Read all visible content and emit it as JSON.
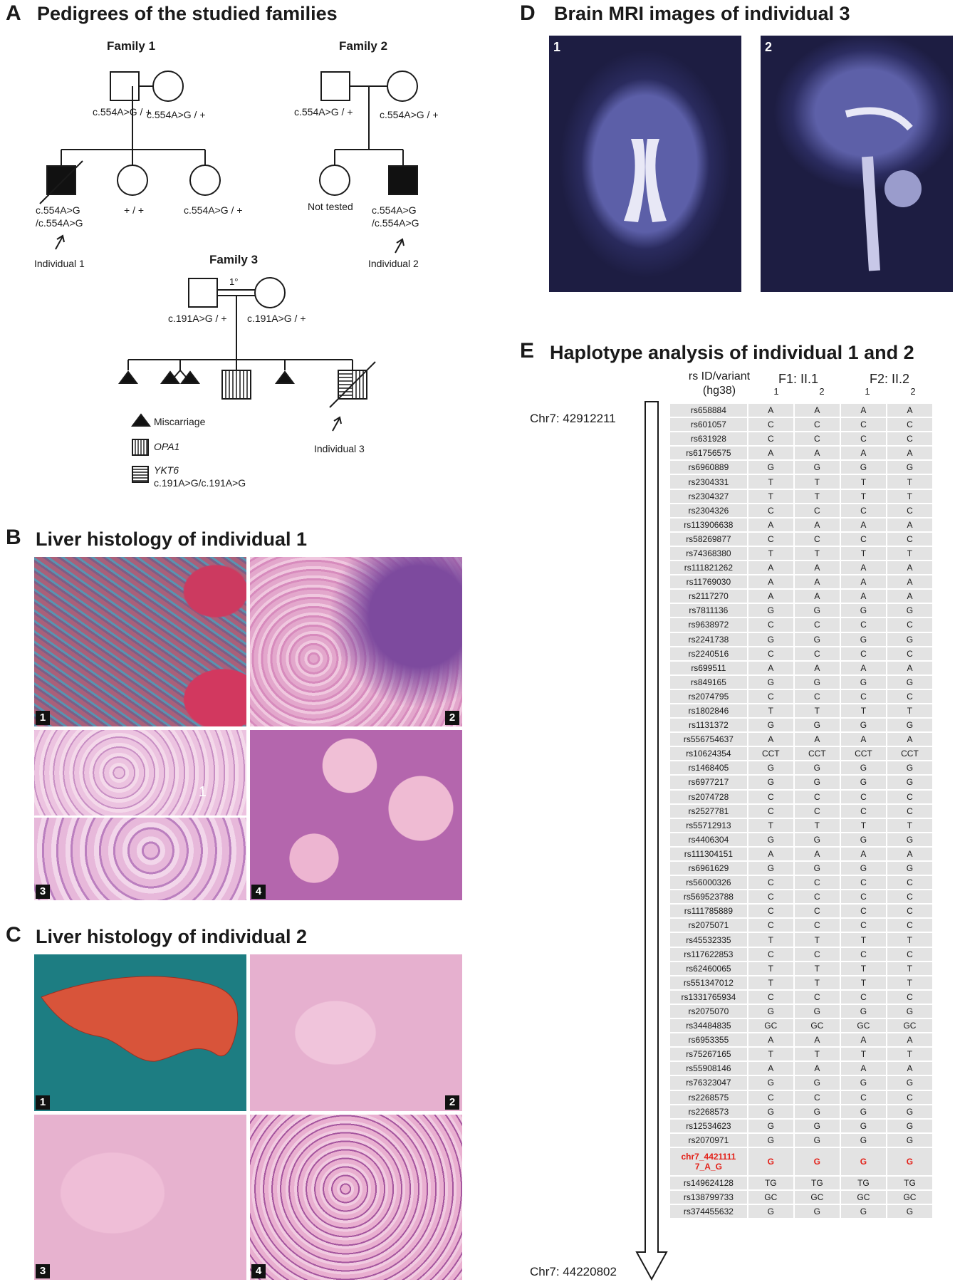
{
  "panels": {
    "A": {
      "letter": "A",
      "title": "Pedigrees of the studied families"
    },
    "B": {
      "letter": "B",
      "title": "Liver histology of individual 1"
    },
    "C": {
      "letter": "C",
      "title": "Liver histology of individual 2"
    },
    "D": {
      "letter": "D",
      "title": "Brain MRI images of individual 3"
    },
    "E": {
      "letter": "E",
      "title": "Haplotype analysis of individual 1 and 2"
    }
  },
  "pedigree": {
    "family1": {
      "name": "Family 1",
      "father_genotype": "c.554A>G / +",
      "mother_genotype": "c.554A>G / +",
      "child1_genotype_l1": "c.554A>G",
      "child1_genotype_l2": "/c.554A>G",
      "child2_genotype": "+ / +",
      "child3_genotype": "c.554A>G / +",
      "proband": "Individual 1"
    },
    "family2": {
      "name": "Family 2",
      "father_genotype": "c.554A>G / +",
      "mother_genotype": "c.554A>G / +",
      "child1_label": "Not tested",
      "child2_genotype_l1": "c.554A>G",
      "child2_genotype_l2": "/c.554A>G",
      "proband": "Individual 2"
    },
    "family3": {
      "name": "Family 3",
      "consanguinity": "1°",
      "father_genotype": "c.191A>G / +",
      "mother_genotype": "c.191A>G / +",
      "proband": "Individual 3"
    },
    "legend": {
      "miscarriage": "Miscarriage",
      "opa1": "OPA1",
      "ykt6": "YKT6",
      "ykt6_genotype": "c.191A>G/c.191A>G"
    }
  },
  "image_numbers": {
    "b1": "1",
    "b2": "2",
    "b3": "3",
    "b4": "4",
    "c1": "1",
    "c2": "2",
    "c3": "3",
    "c4": "4",
    "d1": "1",
    "d2": "2",
    "b3_inset": "1"
  },
  "haplotype": {
    "header": {
      "rs_line1": "rs ID/variant",
      "rs_line2": "(hg38)",
      "group1": "F1: II.1",
      "group2": "F2: II.2",
      "allele_labels": [
        "1",
        "2",
        "1",
        "2"
      ]
    },
    "chr_start": "Chr7: 42912211",
    "chr_end": "Chr7: 44220802",
    "rows": [
      {
        "id": "rs658884",
        "a": [
          "A",
          "A",
          "A",
          "A"
        ]
      },
      {
        "id": "rs601057",
        "a": [
          "C",
          "C",
          "C",
          "C"
        ]
      },
      {
        "id": "rs631928",
        "a": [
          "C",
          "C",
          "C",
          "C"
        ]
      },
      {
        "id": "rs61756575",
        "a": [
          "A",
          "A",
          "A",
          "A"
        ]
      },
      {
        "id": "rs6960889",
        "a": [
          "G",
          "G",
          "G",
          "G"
        ]
      },
      {
        "id": "rs2304331",
        "a": [
          "T",
          "T",
          "T",
          "T"
        ]
      },
      {
        "id": "rs2304327",
        "a": [
          "T",
          "T",
          "T",
          "T"
        ]
      },
      {
        "id": "rs2304326",
        "a": [
          "C",
          "C",
          "C",
          "C"
        ]
      },
      {
        "id": "rs113906638",
        "a": [
          "A",
          "A",
          "A",
          "A"
        ]
      },
      {
        "id": "rs58269877",
        "a": [
          "C",
          "C",
          "C",
          "C"
        ]
      },
      {
        "id": "rs74368380",
        "a": [
          "T",
          "T",
          "T",
          "T"
        ]
      },
      {
        "id": "rs111821262",
        "a": [
          "A",
          "A",
          "A",
          "A"
        ]
      },
      {
        "id": "rs11769030",
        "a": [
          "A",
          "A",
          "A",
          "A"
        ]
      },
      {
        "id": "rs2117270",
        "a": [
          "A",
          "A",
          "A",
          "A"
        ]
      },
      {
        "id": "rs7811136",
        "a": [
          "G",
          "G",
          "G",
          "G"
        ]
      },
      {
        "id": "rs9638972",
        "a": [
          "C",
          "C",
          "C",
          "C"
        ]
      },
      {
        "id": "rs2241738",
        "a": [
          "G",
          "G",
          "G",
          "G"
        ]
      },
      {
        "id": "rs2240516",
        "a": [
          "C",
          "C",
          "C",
          "C"
        ]
      },
      {
        "id": "rs699511",
        "a": [
          "A",
          "A",
          "A",
          "A"
        ]
      },
      {
        "id": "rs849165",
        "a": [
          "G",
          "G",
          "G",
          "G"
        ]
      },
      {
        "id": "rs2074795",
        "a": [
          "C",
          "C",
          "C",
          "C"
        ]
      },
      {
        "id": "rs1802846",
        "a": [
          "T",
          "T",
          "T",
          "T"
        ]
      },
      {
        "id": "rs1131372",
        "a": [
          "G",
          "G",
          "G",
          "G"
        ]
      },
      {
        "id": "rs556754637",
        "a": [
          "A",
          "A",
          "A",
          "A"
        ]
      },
      {
        "id": "rs10624354",
        "a": [
          "CCT",
          "CCT",
          "CCT",
          "CCT"
        ]
      },
      {
        "id": "rs1468405",
        "a": [
          "G",
          "G",
          "G",
          "G"
        ]
      },
      {
        "id": "rs6977217",
        "a": [
          "G",
          "G",
          "G",
          "G"
        ]
      },
      {
        "id": "rs2074728",
        "a": [
          "C",
          "C",
          "C",
          "C"
        ]
      },
      {
        "id": "rs2527781",
        "a": [
          "C",
          "C",
          "C",
          "C"
        ]
      },
      {
        "id": "rs55712913",
        "a": [
          "T",
          "T",
          "T",
          "T"
        ]
      },
      {
        "id": "rs4406304",
        "a": [
          "G",
          "G",
          "G",
          "G"
        ]
      },
      {
        "id": "rs111304151",
        "a": [
          "A",
          "A",
          "A",
          "A"
        ]
      },
      {
        "id": "rs6961629",
        "a": [
          "G",
          "G",
          "G",
          "G"
        ]
      },
      {
        "id": "rs56000326",
        "a": [
          "C",
          "C",
          "C",
          "C"
        ]
      },
      {
        "id": "rs569523788",
        "a": [
          "C",
          "C",
          "C",
          "C"
        ]
      },
      {
        "id": "rs111785889",
        "a": [
          "C",
          "C",
          "C",
          "C"
        ]
      },
      {
        "id": "rs2075071",
        "a": [
          "C",
          "C",
          "C",
          "C"
        ]
      },
      {
        "id": "rs45532335",
        "a": [
          "T",
          "T",
          "T",
          "T"
        ]
      },
      {
        "id": "rs117622853",
        "a": [
          "C",
          "C",
          "C",
          "C"
        ]
      },
      {
        "id": "rs62460065",
        "a": [
          "T",
          "T",
          "T",
          "T"
        ]
      },
      {
        "id": "rs551347012",
        "a": [
          "T",
          "T",
          "T",
          "T"
        ]
      },
      {
        "id": "rs1331765934",
        "a": [
          "C",
          "C",
          "C",
          "C"
        ]
      },
      {
        "id": "rs2075070",
        "a": [
          "G",
          "G",
          "G",
          "G"
        ]
      },
      {
        "id": "rs34484835",
        "a": [
          "GC",
          "GC",
          "GC",
          "GC"
        ]
      },
      {
        "id": "rs6953355",
        "a": [
          "A",
          "A",
          "A",
          "A"
        ]
      },
      {
        "id": "rs75267165",
        "a": [
          "T",
          "T",
          "T",
          "T"
        ]
      },
      {
        "id": "rs55908146",
        "a": [
          "A",
          "A",
          "A",
          "A"
        ]
      },
      {
        "id": "rs76323047",
        "a": [
          "G",
          "G",
          "G",
          "G"
        ]
      },
      {
        "id": "rs2268575",
        "a": [
          "C",
          "C",
          "C",
          "C"
        ]
      },
      {
        "id": "rs2268573",
        "a": [
          "G",
          "G",
          "G",
          "G"
        ]
      },
      {
        "id": "rs12534623",
        "a": [
          "G",
          "G",
          "G",
          "G"
        ]
      },
      {
        "id": "rs2070971",
        "a": [
          "G",
          "G",
          "G",
          "G"
        ]
      },
      {
        "id": "chr7_44211117_A_G",
        "id_l1": "chr7_4421111",
        "id_l2": "7_A_G",
        "a": [
          "G",
          "G",
          "G",
          "G"
        ],
        "highlight": true
      },
      {
        "id": "rs149624128",
        "a": [
          "TG",
          "TG",
          "TG",
          "TG"
        ]
      },
      {
        "id": "rs138799733",
        "a": [
          "GC",
          "GC",
          "GC",
          "GC"
        ]
      },
      {
        "id": "rs374455632",
        "a": [
          "G",
          "G",
          "G",
          "G"
        ]
      }
    ]
  },
  "colors": {
    "highlight": "#e32119",
    "cell_bg": "#e3e3e3",
    "he_pink": "#e9a7c8",
    "he_purple": "#a24fa0",
    "mri_bg": "#2e2f6a"
  }
}
